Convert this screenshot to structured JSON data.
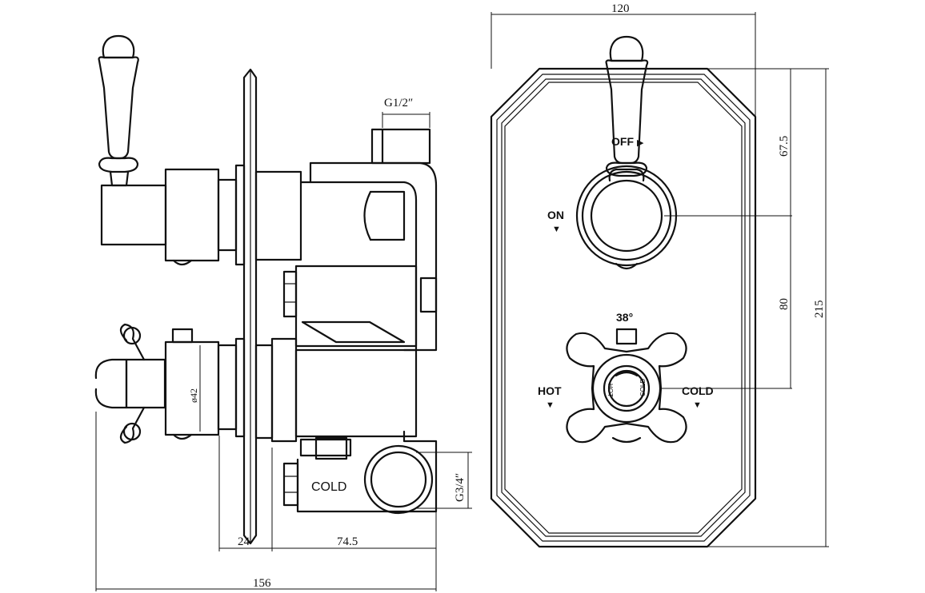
{
  "dimensions": {
    "width_top": "120",
    "pipe_thread": "G1/2″",
    "height_upper": "67.5",
    "height_mid": "80",
    "height_total": "215",
    "depth_plate": "24",
    "depth_body": "74.5",
    "depth_total": "156",
    "outlet_thread": "G3/4″",
    "knob_dia": "ø42"
  },
  "labels": {
    "off": "OFF",
    "on": "ON",
    "temp": "38°",
    "hot": "HOT",
    "cold_front": "COLD",
    "cold_side": "COLD",
    "dial_hot": "HOT",
    "dial_cold": "COLD"
  },
  "symbols": {
    "arrow_right": "▶",
    "arrow_down": "▼"
  }
}
